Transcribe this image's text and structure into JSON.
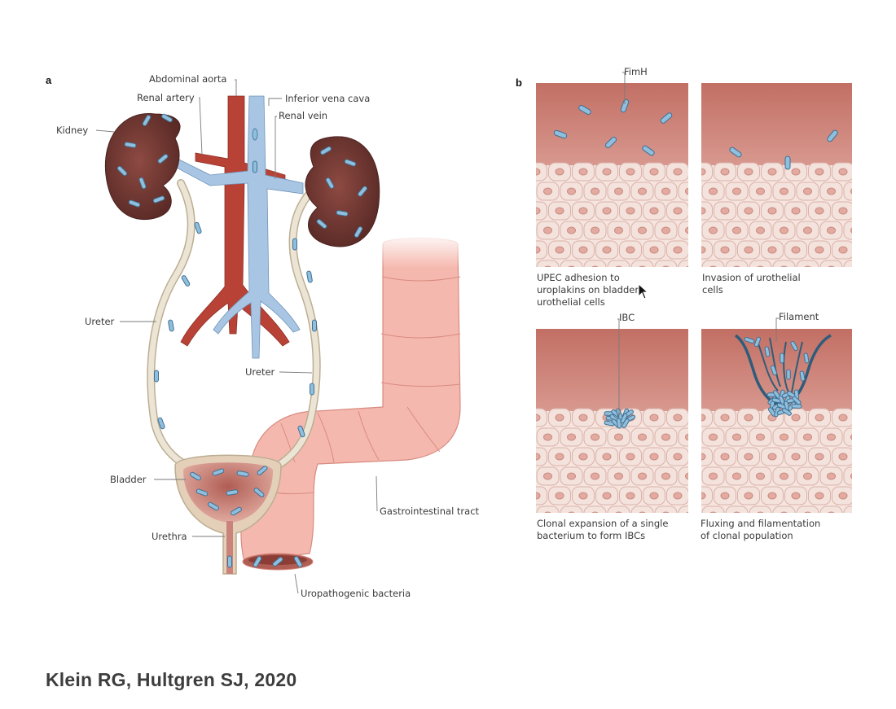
{
  "panel_a": {
    "letter": "a",
    "labels": {
      "abdominal_aorta": "Abdominal aorta",
      "renal_artery": "Renal artery",
      "inferior_vena_cava": "Inferior vena cava",
      "renal_vein": "Renal vein",
      "kidney": "Kidney",
      "ureter_left": "Ureter",
      "ureter_right": "Ureter",
      "bladder": "Bladder",
      "urethra": "Urethra",
      "gastrointestinal_tract": "Gastrointestinal tract",
      "uropathogenic_bacteria": "Uropathogenic bacteria"
    }
  },
  "panel_b": {
    "letter": "b",
    "steps": [
      {
        "top_label": "FimH",
        "caption": [
          "UPEC adhesion to",
          "uroplakins on bladder",
          "urothelial cells"
        ]
      },
      {
        "top_label": "",
        "caption": [
          "Invasion of urothelial",
          "cells"
        ]
      },
      {
        "top_label": "IBC",
        "caption": [
          "Clonal expansion of a single",
          "bacterium to form IBCs"
        ]
      },
      {
        "top_label": "Filament",
        "caption": [
          "Fluxing and filamentation",
          "of clonal population"
        ]
      }
    ]
  },
  "citation": "Klein RG, Hultgren SJ, 2020",
  "colors": {
    "aorta": "#b8473a",
    "vena_cava": "#a9c6e3",
    "kidney": "#6e3530",
    "ureter": "#e4dccb",
    "bladder": "#c9837a",
    "gi_tract": "#f4b3aa",
    "bacteria": "#8fbfdc",
    "tissue_top": "#c4746a",
    "cells": "#f4e2dc"
  }
}
